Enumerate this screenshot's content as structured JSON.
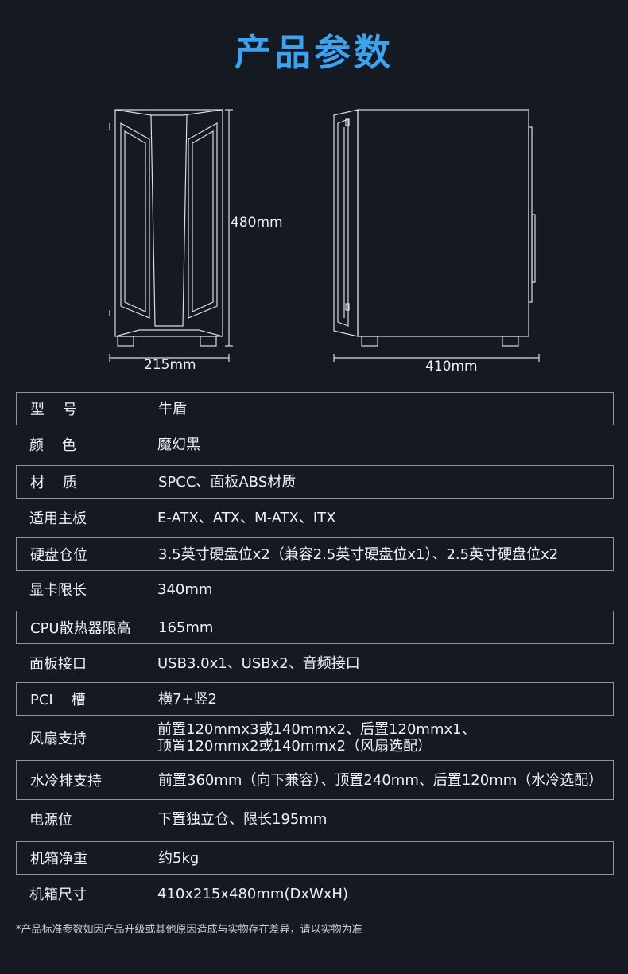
{
  "title": "产品参数",
  "dimensions": {
    "height": "480mm",
    "width": "215mm",
    "depth": "410mm"
  },
  "specs": [
    {
      "label": "型    号",
      "value": "牛盾"
    },
    {
      "label": "颜    色",
      "value": "魔幻黑"
    },
    {
      "label": "材    质",
      "value": "SPCC、面板ABS材质"
    },
    {
      "label": "适用主板",
      "value": "E-ATX、ATX、M-ATX、ITX"
    },
    {
      "label": "硬盘仓位",
      "value": "3.5英寸硬盘位x2（兼容2.5英寸硬盘位x1）、2.5英寸硬盘位x2"
    },
    {
      "label": "显卡限长",
      "value": "340mm"
    },
    {
      "label": "CPU散热器限高",
      "value": "165mm"
    },
    {
      "label": "面板接口",
      "value": "USB3.0x1、USBx2、音频接口"
    },
    {
      "label": "PCI    槽",
      "value": "横7+竖2"
    },
    {
      "label": "风扇支持",
      "value": "前置120mmx3或140mmx2、后置120mmx1、",
      "value2": "顶置120mmx2或140mmx2（风扇选配）"
    },
    {
      "label": "水冷排支持",
      "value": "前置360mm（向下兼容）、顶置240mm、后置120mm（水冷选配）"
    },
    {
      "label": "电源位",
      "value": "下置独立仓、限长195mm"
    },
    {
      "label": "机箱净重",
      "value": "约5kg"
    },
    {
      "label": "机箱尺寸",
      "value": "410x215x480mm(DxWxH)"
    }
  ],
  "footnote": "*产品标准参数如因产品升级或其他原因造成与实物存在差异，请以实物为准"
}
